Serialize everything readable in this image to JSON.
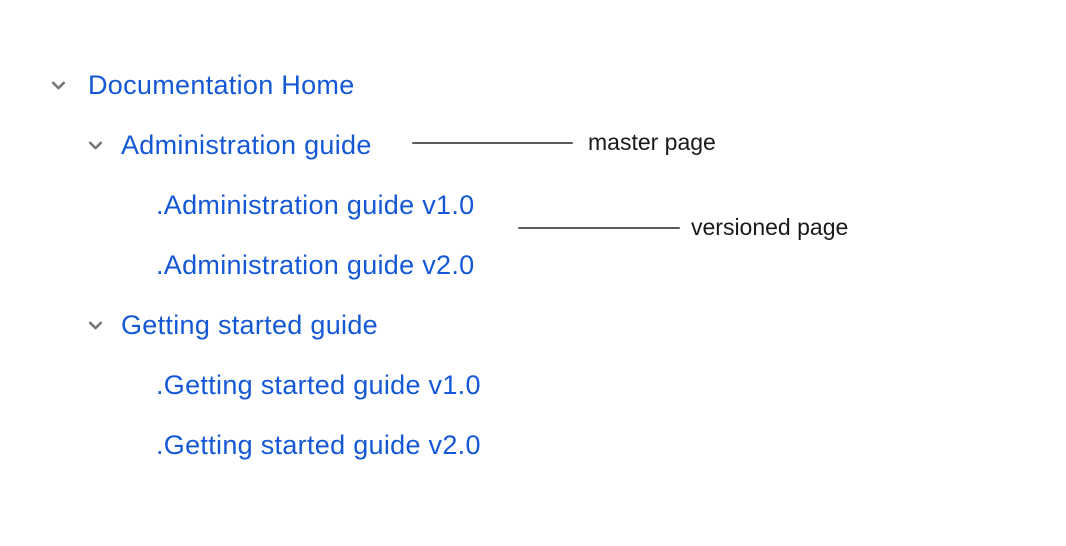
{
  "colors": {
    "background": "#ffffff",
    "link_blue": "#1558d6",
    "chevron_gray": "#757575",
    "connector_line": "#5c5c5c",
    "annotation_text": "#1a1a1a"
  },
  "tree": {
    "items": [
      {
        "label": "Documentation Home",
        "level": 0,
        "expanded": true
      },
      {
        "label": "Administration guide",
        "level": 1,
        "expanded": true
      },
      {
        "label": ".Administration guide v1.0",
        "level": 2
      },
      {
        "label": ".Administration guide v2.0",
        "level": 2
      },
      {
        "label": "Getting started guide",
        "level": 1,
        "expanded": true
      },
      {
        "label": ".Getting started guide v1.0",
        "level": 2
      },
      {
        "label": ".Getting started guide v2.0",
        "level": 2
      }
    ]
  },
  "annotations": [
    {
      "label": "master page",
      "points_to": "Administration guide"
    },
    {
      "label": "versioned page",
      "points_to": ".Administration guide v1.0"
    }
  ]
}
